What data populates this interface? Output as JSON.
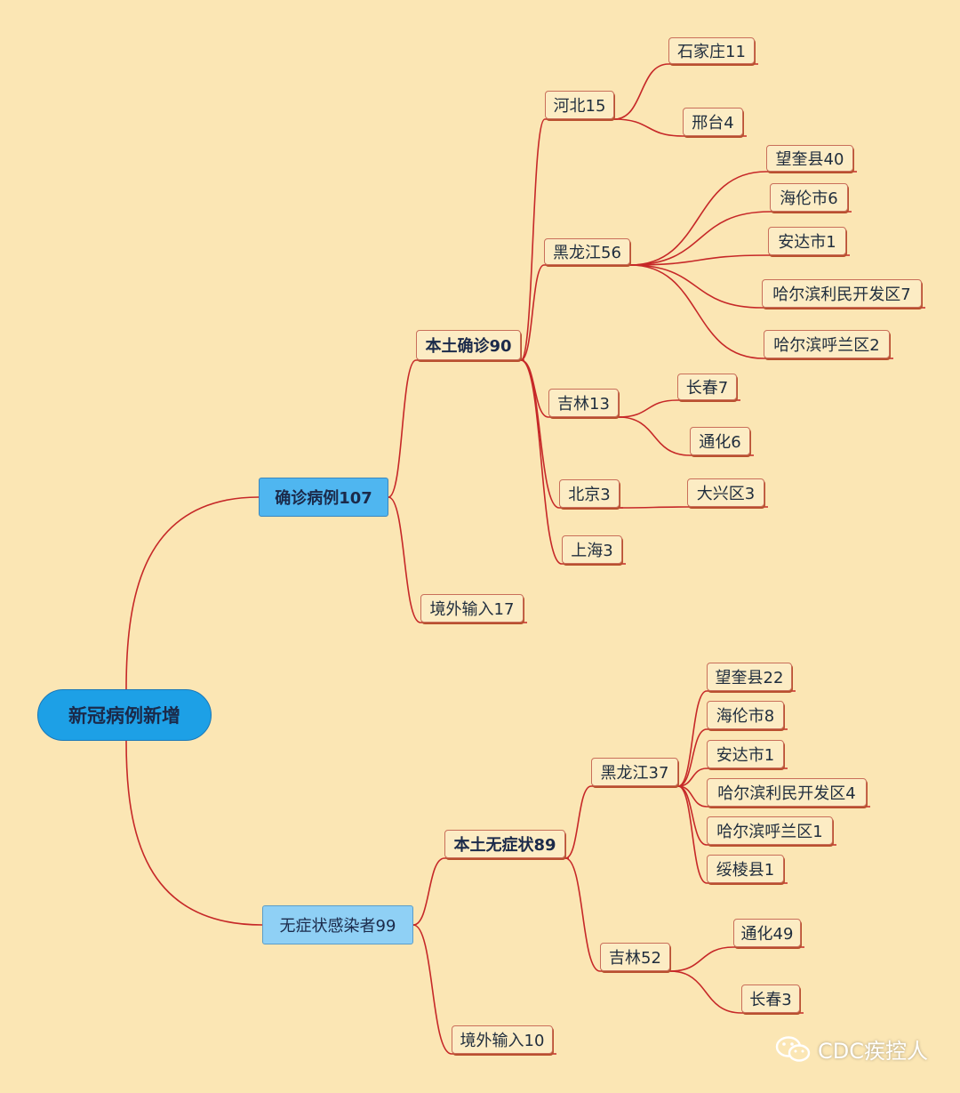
{
  "root": "新冠病例新增",
  "confirmed": {
    "label": "确诊病例107",
    "local": {
      "label": "本土确诊90",
      "hebei": {
        "label": "河北15",
        "shijiazhuang": "石家庄11",
        "xingtai": "邢台4"
      },
      "heilongjiang": {
        "label": "黑龙江56",
        "wangkui": "望奎县40",
        "hailun": "海伦市6",
        "anda": "安达市1",
        "limin": "哈尔滨利民开发区7",
        "hulan": "哈尔滨呼兰区2"
      },
      "jilin": {
        "label": "吉林13",
        "changchun": "长春7",
        "tonghua": "通化6"
      },
      "beijing": {
        "label": "北京3",
        "daxing": "大兴区3"
      },
      "shanghai": {
        "label": "上海3"
      }
    },
    "imported": "境外输入17"
  },
  "asymptomatic": {
    "label": "无症状感染者99",
    "local": {
      "label": "本土无症状89",
      "heilongjiang": {
        "label": "黑龙江37",
        "wangkui": "望奎县22",
        "hailun": "海伦市8",
        "anda": "安达市1",
        "limin": "哈尔滨利民开发区4",
        "hulan": "哈尔滨呼兰区1",
        "suileng": "绥棱县1"
      },
      "jilin": {
        "label": "吉林52",
        "tonghua": "通化49",
        "changchun": "长春3"
      }
    },
    "imported": "境外输入10"
  },
  "watermark": "CDC疾控人",
  "colors": {
    "background": "#fbe6b4",
    "edge": "#c62828",
    "root": "#1da0e6",
    "level1a": "#4fb6f0",
    "level1b": "#8fd0f5"
  }
}
